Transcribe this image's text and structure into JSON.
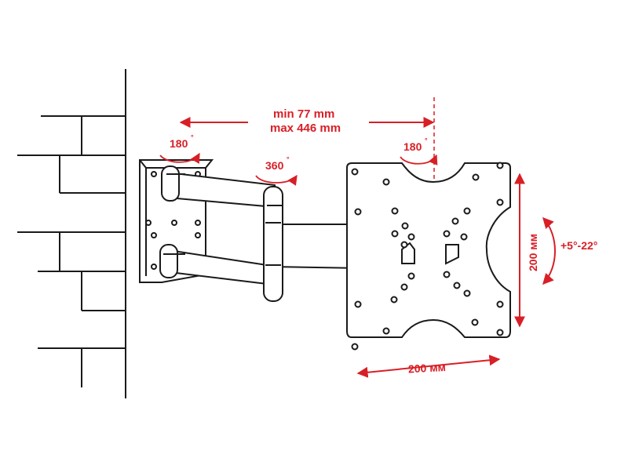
{
  "colors": {
    "accent": "#d81f26",
    "ink": "#1a1a1a",
    "background": "#ffffff"
  },
  "labels": {
    "min_extension": "min 77 mm",
    "max_extension": "max 446 mm",
    "wall_swivel": "180",
    "arm_rotation": "360",
    "plate_swivel": "180",
    "vesa_width": "200 мм",
    "vesa_height": "200 мм",
    "tilt_range": "+5°-22°",
    "degree_mark": "°"
  }
}
